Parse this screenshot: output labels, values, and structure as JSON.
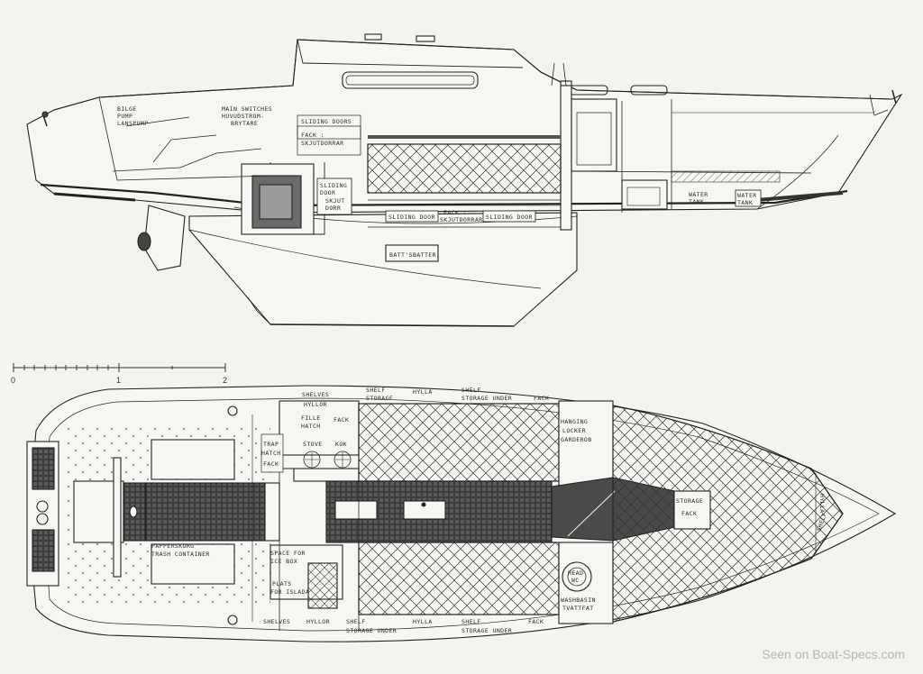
{
  "profile_labels": {
    "bilge_pump": "BILGE",
    "bilge_pump_2": "PUMP",
    "bilge_pump_3": "LANSPUMP",
    "main_switches": "MAIN SWITCHES",
    "main_switches_2": "HUVUDSTROM-",
    "main_switches_3": "BRYTARE",
    "sliding_doors": "SLIDING DOORS",
    "fack": "FACK :",
    "skjutdorrar": "SKJUTDORRAR",
    "sliding_door": "SLIDING",
    "sliding_door_2": "DOOR",
    "skjut": "SKJUT",
    "dorr": "DORR",
    "sliding_door_a": "SLIDING DOOR",
    "fack_center": "FACK :",
    "skjutdorrar_center": "SKJUTDORRAR",
    "sliding_door_b": "SLIDING DOOR",
    "batts": "BATT'S",
    "batter": "BATTER",
    "water_tank": "WATER",
    "water_tank_2": "TANK",
    "water_tank_3": "WATER",
    "water_tank_4": "TANK"
  },
  "plan_labels": {
    "shelves_hyllor_top": "SHELVES",
    "hyllor_top": "HYLLOR",
    "shelf_storage_top": "SHELF",
    "storage_top": "STORAGE",
    "hylla_top": "HYLLA",
    "shelf_storage_under_top": "SHELF",
    "storage_under_top": "STORAGE UNDER",
    "fack_top": "FACK",
    "filler_hatch": "FILLE",
    "hatch_label": "HATCH",
    "fack_small": "FACK",
    "stove": "STOVE",
    "kok": "KOK",
    "trap_hatch": "TRAP",
    "hatch": "HATCH",
    "fack_left": "FACK",
    "hanging_locker": "HANGING",
    "locker": "LOCKER",
    "garderob": "GARDEROB",
    "storage_fack": "STORAGE",
    "fack_fwd": "FACK",
    "hylla_fwd": "HYLLA",
    "shelf_fwd": "SHELF",
    "papper_skorg": "PAPPERSKORG",
    "trash_container": "TRASH CONTAINER",
    "space_for": "SPACE FOR",
    "ice_box": "ICE BOX",
    "plats": "PLATS",
    "for_isbada": "FOR ISLADA",
    "head_wc": "HEAD",
    "wc": "WC",
    "washbasin": "WASHBASIN",
    "tvattfat": "TVATTFAT",
    "shelves_hyllor_bottom": "SHELVES",
    "hyllor_bottom": "HYLLOR",
    "shelf_storage_bottom": "SHELF",
    "storage_under_bottom": "STORAGE UNDER",
    "hylla_bottom": "HYLLA",
    "shelf_storage_under_bottom": "SHELF",
    "storage_under_bottom2": "STORAGE UNDER",
    "fack_bottom": "FACK"
  },
  "scale": {
    "tick_0": "0",
    "tick_1": "1",
    "tick_2": "2"
  },
  "watermark": "Seen on Boat-Specs.com",
  "colors": {
    "paper": "#f4f3ef",
    "ink": "#222222",
    "dark_fill": "#4a4a4a",
    "watermark": "#b5b5b5"
  }
}
